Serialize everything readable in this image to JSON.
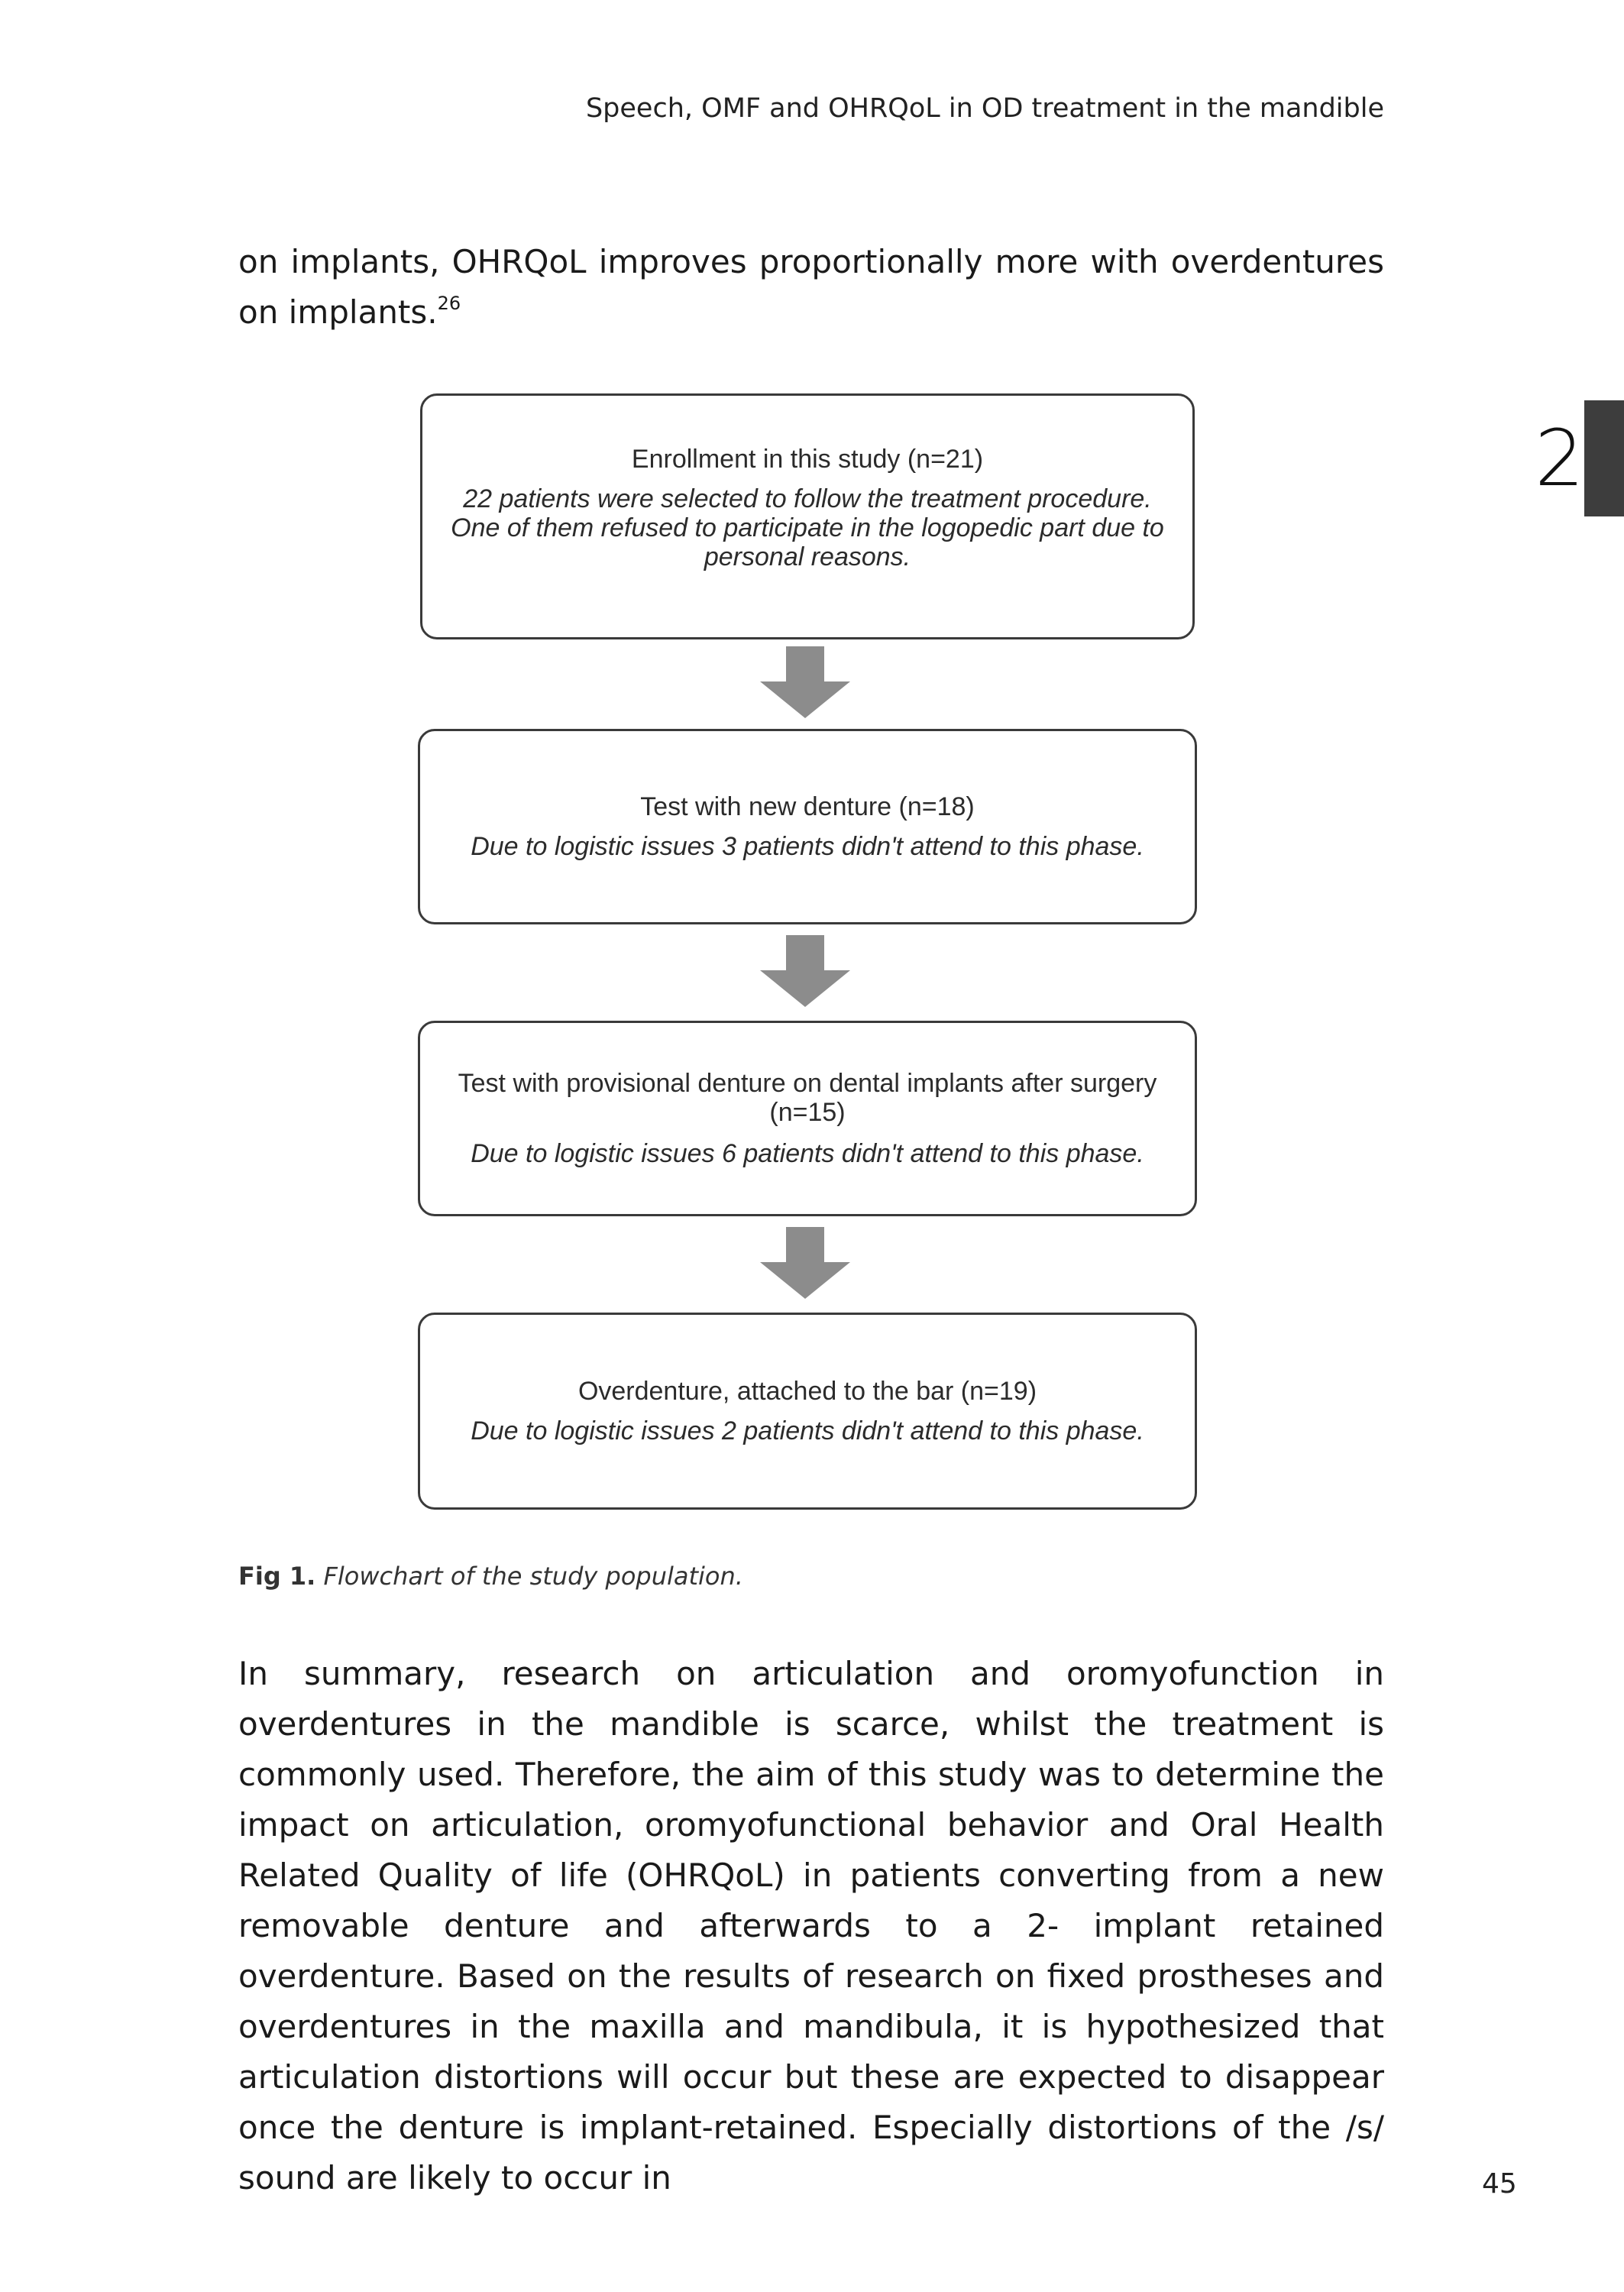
{
  "running_header": "Speech, OMF and OHRQoL in OD treatment in the mandible",
  "chapter_number": "2",
  "intro_paragraph": {
    "text": "on implants, OHRQoL improves proportionally more with overdentures on implants.",
    "reference": "26"
  },
  "flowchart": {
    "boxes": [
      {
        "title": "Enrollment in this study (n=21)",
        "note": "22 patients were selected to follow the treatment procedure. One of them refused to participate in the logopedic part due to personal reasons."
      },
      {
        "title": "Test with new denture (n=18)",
        "note": "Due to logistic issues 3 patients didn't attend to this phase."
      },
      {
        "title": "Test with provisional denture on dental implants after surgery (n=15)",
        "note": "Due to logistic issues 6 patients didn't attend to this phase."
      },
      {
        "title": "Overdenture, attached to the bar (n=19)",
        "note": "Due to logistic issues 2 patients didn't attend to this phase."
      }
    ],
    "arrow_color": "#8c8c8c"
  },
  "figure_caption": {
    "label": "Fig 1.",
    "text": "Flowchart of the study population."
  },
  "summary_paragraph": "In summary, research on articulation and oromyofunction in overdentures in the mandible is scarce, whilst the treatment is commonly used. Therefore, the aim of this study was to determine the impact on articulation, oromyofunctional behavior and Oral Health Related Quality of life (OHRQoL) in patients converting from a new removable denture and afterwards to a 2- implant retained overdenture. Based on the results of research on fixed prostheses and overdentures in the maxilla and mandibula, it is hypothesized that articulation distortions will occur but these are expected to disappear once the denture is implant-retained. Especially distortions of the /s/ sound are likely to occur in",
  "page_number": "45"
}
